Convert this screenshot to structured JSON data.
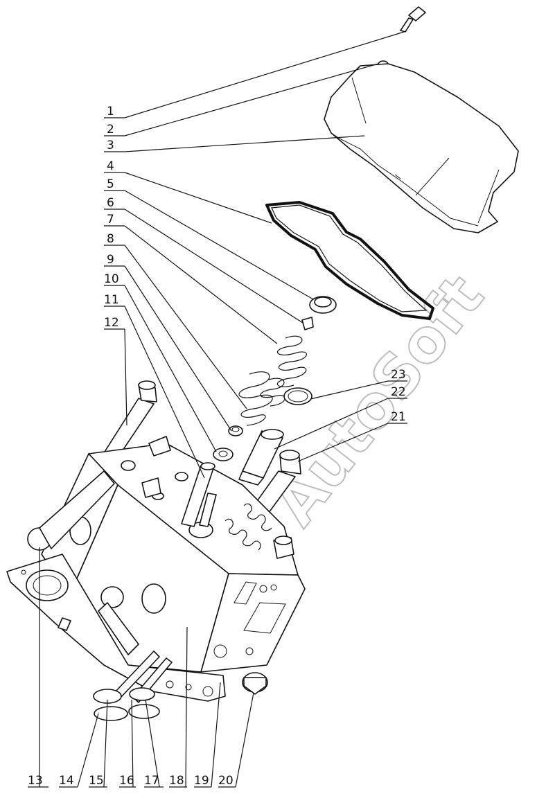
{
  "callouts": {
    "c1": "1",
    "c2": "2",
    "c3": "3",
    "c4": "4",
    "c5": "5",
    "c6": "6",
    "c7": "7",
    "c8": "8",
    "c9": "9",
    "c10": "10",
    "c11": "11",
    "c12": "12",
    "c13": "13",
    "c14": "14",
    "c15": "15",
    "c16": "16",
    "c17": "17",
    "c18": "18",
    "c19": "19",
    "c20": "20",
    "c21": "21",
    "c22": "22",
    "c23": "23"
  },
  "watermark": "AutoSoft"
}
